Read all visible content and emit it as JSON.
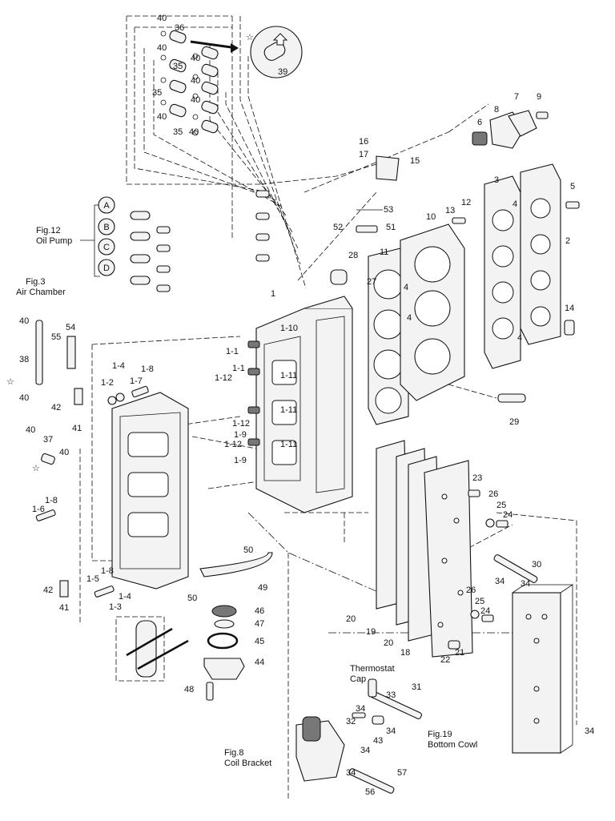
{
  "callouts": [
    {
      "id": "c40a",
      "text": "40"
    },
    {
      "id": "c36",
      "text": "36"
    },
    {
      "id": "c40b",
      "text": "40"
    },
    {
      "id": "c40c",
      "text": "40"
    },
    {
      "id": "c35a",
      "text": "35"
    },
    {
      "id": "c40d",
      "text": "40"
    },
    {
      "id": "c35b",
      "text": "35"
    },
    {
      "id": "c40e",
      "text": "40"
    },
    {
      "id": "c40f",
      "text": "40"
    },
    {
      "id": "c35c",
      "text": "35"
    },
    {
      "id": "c40g",
      "text": "40"
    },
    {
      "id": "c39",
      "text": "39"
    },
    {
      "id": "c16",
      "text": "16"
    },
    {
      "id": "c17",
      "text": "17"
    },
    {
      "id": "c15",
      "text": "15"
    },
    {
      "id": "c6",
      "text": "6"
    },
    {
      "id": "c8",
      "text": "8"
    },
    {
      "id": "c7",
      "text": "7"
    },
    {
      "id": "c9",
      "text": "9"
    },
    {
      "id": "c3",
      "text": "3"
    },
    {
      "id": "c5",
      "text": "5"
    },
    {
      "id": "c4a",
      "text": "4"
    },
    {
      "id": "c2",
      "text": "2"
    },
    {
      "id": "c12",
      "text": "12"
    },
    {
      "id": "c13",
      "text": "13"
    },
    {
      "id": "c10",
      "text": "10"
    },
    {
      "id": "c53",
      "text": "53"
    },
    {
      "id": "c52",
      "text": "52"
    },
    {
      "id": "c51",
      "text": "51"
    },
    {
      "id": "c28",
      "text": "28"
    },
    {
      "id": "c27",
      "text": "27"
    },
    {
      "id": "c11",
      "text": "11"
    },
    {
      "id": "c4b",
      "text": "4"
    },
    {
      "id": "c4c",
      "text": "4"
    },
    {
      "id": "c4d",
      "text": "4"
    },
    {
      "id": "c14",
      "text": "14"
    },
    {
      "id": "c29",
      "text": "29"
    },
    {
      "id": "c1",
      "text": "1"
    },
    {
      "id": "c1_10",
      "text": "1-10"
    },
    {
      "id": "c1_1a",
      "text": "1-1"
    },
    {
      "id": "c1_1b",
      "text": "1-1"
    },
    {
      "id": "c1_12a",
      "text": "1-12"
    },
    {
      "id": "c1_11a",
      "text": "1-11"
    },
    {
      "id": "c1_11b",
      "text": "1-11"
    },
    {
      "id": "c1_12b",
      "text": "1-12"
    },
    {
      "id": "c1_9a",
      "text": "1-9"
    },
    {
      "id": "c1_12c",
      "text": "1-12"
    },
    {
      "id": "c1_11c",
      "text": "1-11"
    },
    {
      "id": "c1_9b",
      "text": "1-9"
    },
    {
      "id": "c40h",
      "text": "40"
    },
    {
      "id": "c54",
      "text": "54"
    },
    {
      "id": "c55",
      "text": "55"
    },
    {
      "id": "c38",
      "text": "38"
    },
    {
      "id": "c40i",
      "text": "40"
    },
    {
      "id": "c42a",
      "text": "42"
    },
    {
      "id": "c41a",
      "text": "41"
    },
    {
      "id": "c1_4a",
      "text": "1-4"
    },
    {
      "id": "c1_8a",
      "text": "1-8"
    },
    {
      "id": "c1_2",
      "text": "1-2"
    },
    {
      "id": "c1_7",
      "text": "1-7"
    },
    {
      "id": "c40j",
      "text": "40"
    },
    {
      "id": "c37",
      "text": "37"
    },
    {
      "id": "c40k",
      "text": "40"
    },
    {
      "id": "c1_8b",
      "text": "1-8"
    },
    {
      "id": "c1_6",
      "text": "1-6"
    },
    {
      "id": "c42b",
      "text": "42"
    },
    {
      "id": "c41b",
      "text": "41"
    },
    {
      "id": "c1_5",
      "text": "1-5"
    },
    {
      "id": "c1_8c",
      "text": "1-8"
    },
    {
      "id": "c1_4b",
      "text": "1-4"
    },
    {
      "id": "c1_3",
      "text": "1-3"
    },
    {
      "id": "c50a",
      "text": "50"
    },
    {
      "id": "c50b",
      "text": "50"
    },
    {
      "id": "c49",
      "text": "49"
    },
    {
      "id": "c46",
      "text": "46"
    },
    {
      "id": "c47",
      "text": "47"
    },
    {
      "id": "c45",
      "text": "45"
    },
    {
      "id": "c44",
      "text": "44"
    },
    {
      "id": "c48",
      "text": "48"
    },
    {
      "id": "c23",
      "text": "23"
    },
    {
      "id": "c26a",
      "text": "26"
    },
    {
      "id": "c25a",
      "text": "25"
    },
    {
      "id": "c24a",
      "text": "24"
    },
    {
      "id": "c30",
      "text": "30"
    },
    {
      "id": "c34a",
      "text": "34"
    },
    {
      "id": "c34b",
      "text": "34"
    },
    {
      "id": "c26b",
      "text": "26"
    },
    {
      "id": "c25b",
      "text": "25"
    },
    {
      "id": "c24b",
      "text": "24"
    },
    {
      "id": "c20a",
      "text": "20"
    },
    {
      "id": "c19",
      "text": "19"
    },
    {
      "id": "c20b",
      "text": "20"
    },
    {
      "id": "c18",
      "text": "18"
    },
    {
      "id": "c22",
      "text": "22"
    },
    {
      "id": "c21",
      "text": "21"
    },
    {
      "id": "c33",
      "text": "33"
    },
    {
      "id": "c31",
      "text": "31"
    },
    {
      "id": "c34c",
      "text": "34"
    },
    {
      "id": "c32",
      "text": "32"
    },
    {
      "id": "c34d",
      "text": "34"
    },
    {
      "id": "c43",
      "text": "43"
    },
    {
      "id": "c34e",
      "text": "34"
    },
    {
      "id": "c34f",
      "text": "34"
    },
    {
      "id": "c57",
      "text": "57"
    },
    {
      "id": "c56",
      "text": "56"
    },
    {
      "id": "c34g",
      "text": "34"
    }
  ],
  "references": {
    "fig12_line1": "Fig.12",
    "fig12_line2": "Oil Pump",
    "fig3_line1": "Fig.3",
    "fig3_line2": "Air Chamber",
    "thermostat_line1": "Thermostat",
    "thermostat_line2": "Cap",
    "fig19_line1": "Fig.19",
    "fig19_line2": "Bottom Cowl",
    "fig8_line1": "Fig.8",
    "fig8_line2": "Coil Bracket"
  },
  "letter_markers": [
    "A",
    "B",
    "C",
    "D"
  ],
  "symbols": {
    "star": "☆"
  }
}
